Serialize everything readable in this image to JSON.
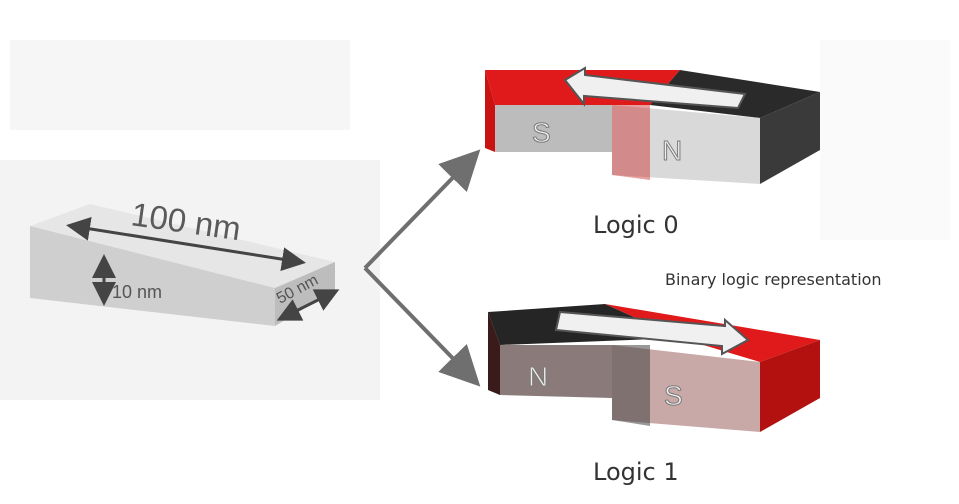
{
  "nanobar": {
    "length_label": "100 nm",
    "height_label": "10 nm",
    "width_label": "50 nm"
  },
  "logic0": {
    "left_pole": "S",
    "right_pole": "N",
    "label": "Logic 0"
  },
  "logic1": {
    "left_pole": "N",
    "right_pole": "S",
    "label": "Logic 1"
  },
  "caption": "Binary logic representation",
  "colors": {
    "magnet_red": "#e01a1a",
    "magnet_dark": "#2a2a2a",
    "bar_gray": "#d4d4d4",
    "arrow_gray": "#6f6f6f",
    "pole_letter": "#f2f2f2"
  }
}
